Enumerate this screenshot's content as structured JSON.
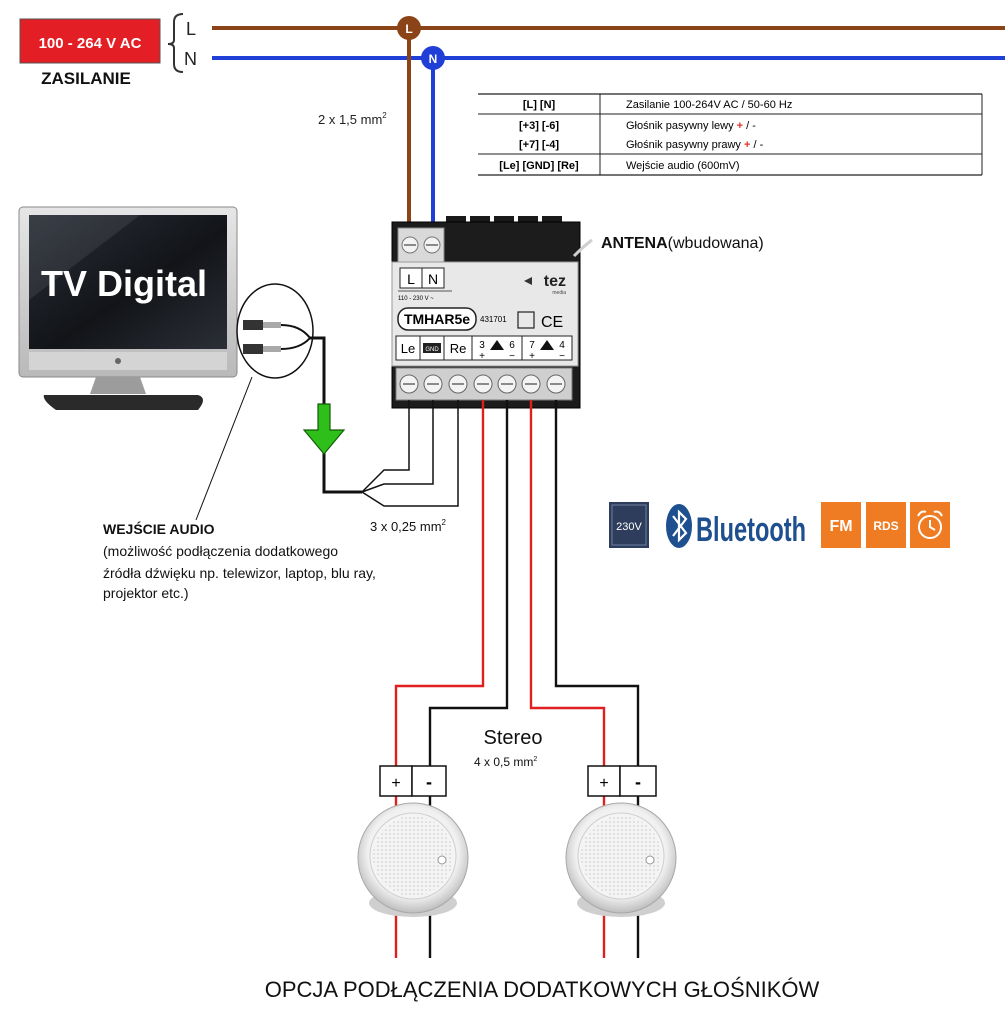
{
  "power": {
    "badge": "100 - 264 V AC",
    "caption": "ZASILANIE",
    "line_label": "L",
    "neutral_label": "N",
    "node_l": "L",
    "node_n": "N",
    "cable_note": "2 x 1,5 mm",
    "cable_sup": "2"
  },
  "spec_table": {
    "rows": [
      {
        "terminals": "[L] [N]",
        "description": "Zasilanie 100-264V AC / 50-60 Hz"
      },
      {
        "terminals": "[+3] [-6]",
        "description_pre": "Głośnik pasywny lewy ",
        "plus": "+",
        "description_post": " / -"
      },
      {
        "terminals": "[+7] [-4]",
        "description_pre": "Głośnik pasywny prawy ",
        "plus": "+",
        "description_post": " / -"
      },
      {
        "terminals": "[Le] [GND] [Re]",
        "description": "Wejście audio (600mV)"
      }
    ],
    "plus_color": "#e4312b"
  },
  "device": {
    "brand": "tez",
    "brand_sub": "media",
    "voltage_label": "110 - 230 V ~",
    "model": "TMHAR5e",
    "code": "431701",
    "ce": "CE",
    "term_top": [
      "L",
      "N"
    ],
    "term_bottom": [
      "Le",
      "GND",
      "Re",
      "3",
      "6",
      "7",
      "4"
    ],
    "antenna_bold": "ANTENA",
    "antenna_rest": "(wbudowana)"
  },
  "tv": {
    "screen_text": "TV Digital"
  },
  "audio_input": {
    "title": "WEJŚCIE AUDIO",
    "lines": [
      "(możliwość podłączenia dodatkowego",
      "źródła dźwięku np. telewizor, laptop, blu ray,",
      "projektor etc.)"
    ],
    "cable_note": "3 x 0,25 mm",
    "cable_sup": "2"
  },
  "features": {
    "voltage_badge": "230V",
    "bluetooth": "Bluetooth",
    "fm": "FM",
    "rds": "RDS",
    "alarm_icon": "alarm-clock-icon",
    "bluetooth_icon": "bluetooth-icon"
  },
  "speakers": {
    "stereo_label": "Stereo",
    "cable_note": "4 x 0,5 mm",
    "cable_sup": "2",
    "plus": "+",
    "minus": "-"
  },
  "footer": {
    "title": "OPCJA PODŁĄCZENIA DODATKOWYCH GŁOŚNIKÓW"
  },
  "colors": {
    "line_wire": "#8a4418",
    "neutral_wire": "#1f3fd6",
    "badge_red": "#e31e24",
    "signal_red": "#e02020",
    "arrow_green": "#2fbf1a",
    "feature_orange": "#ef7c22",
    "voltage_navy": "#2e3d5c",
    "bluetooth_blue": "#1e4f8f"
  }
}
